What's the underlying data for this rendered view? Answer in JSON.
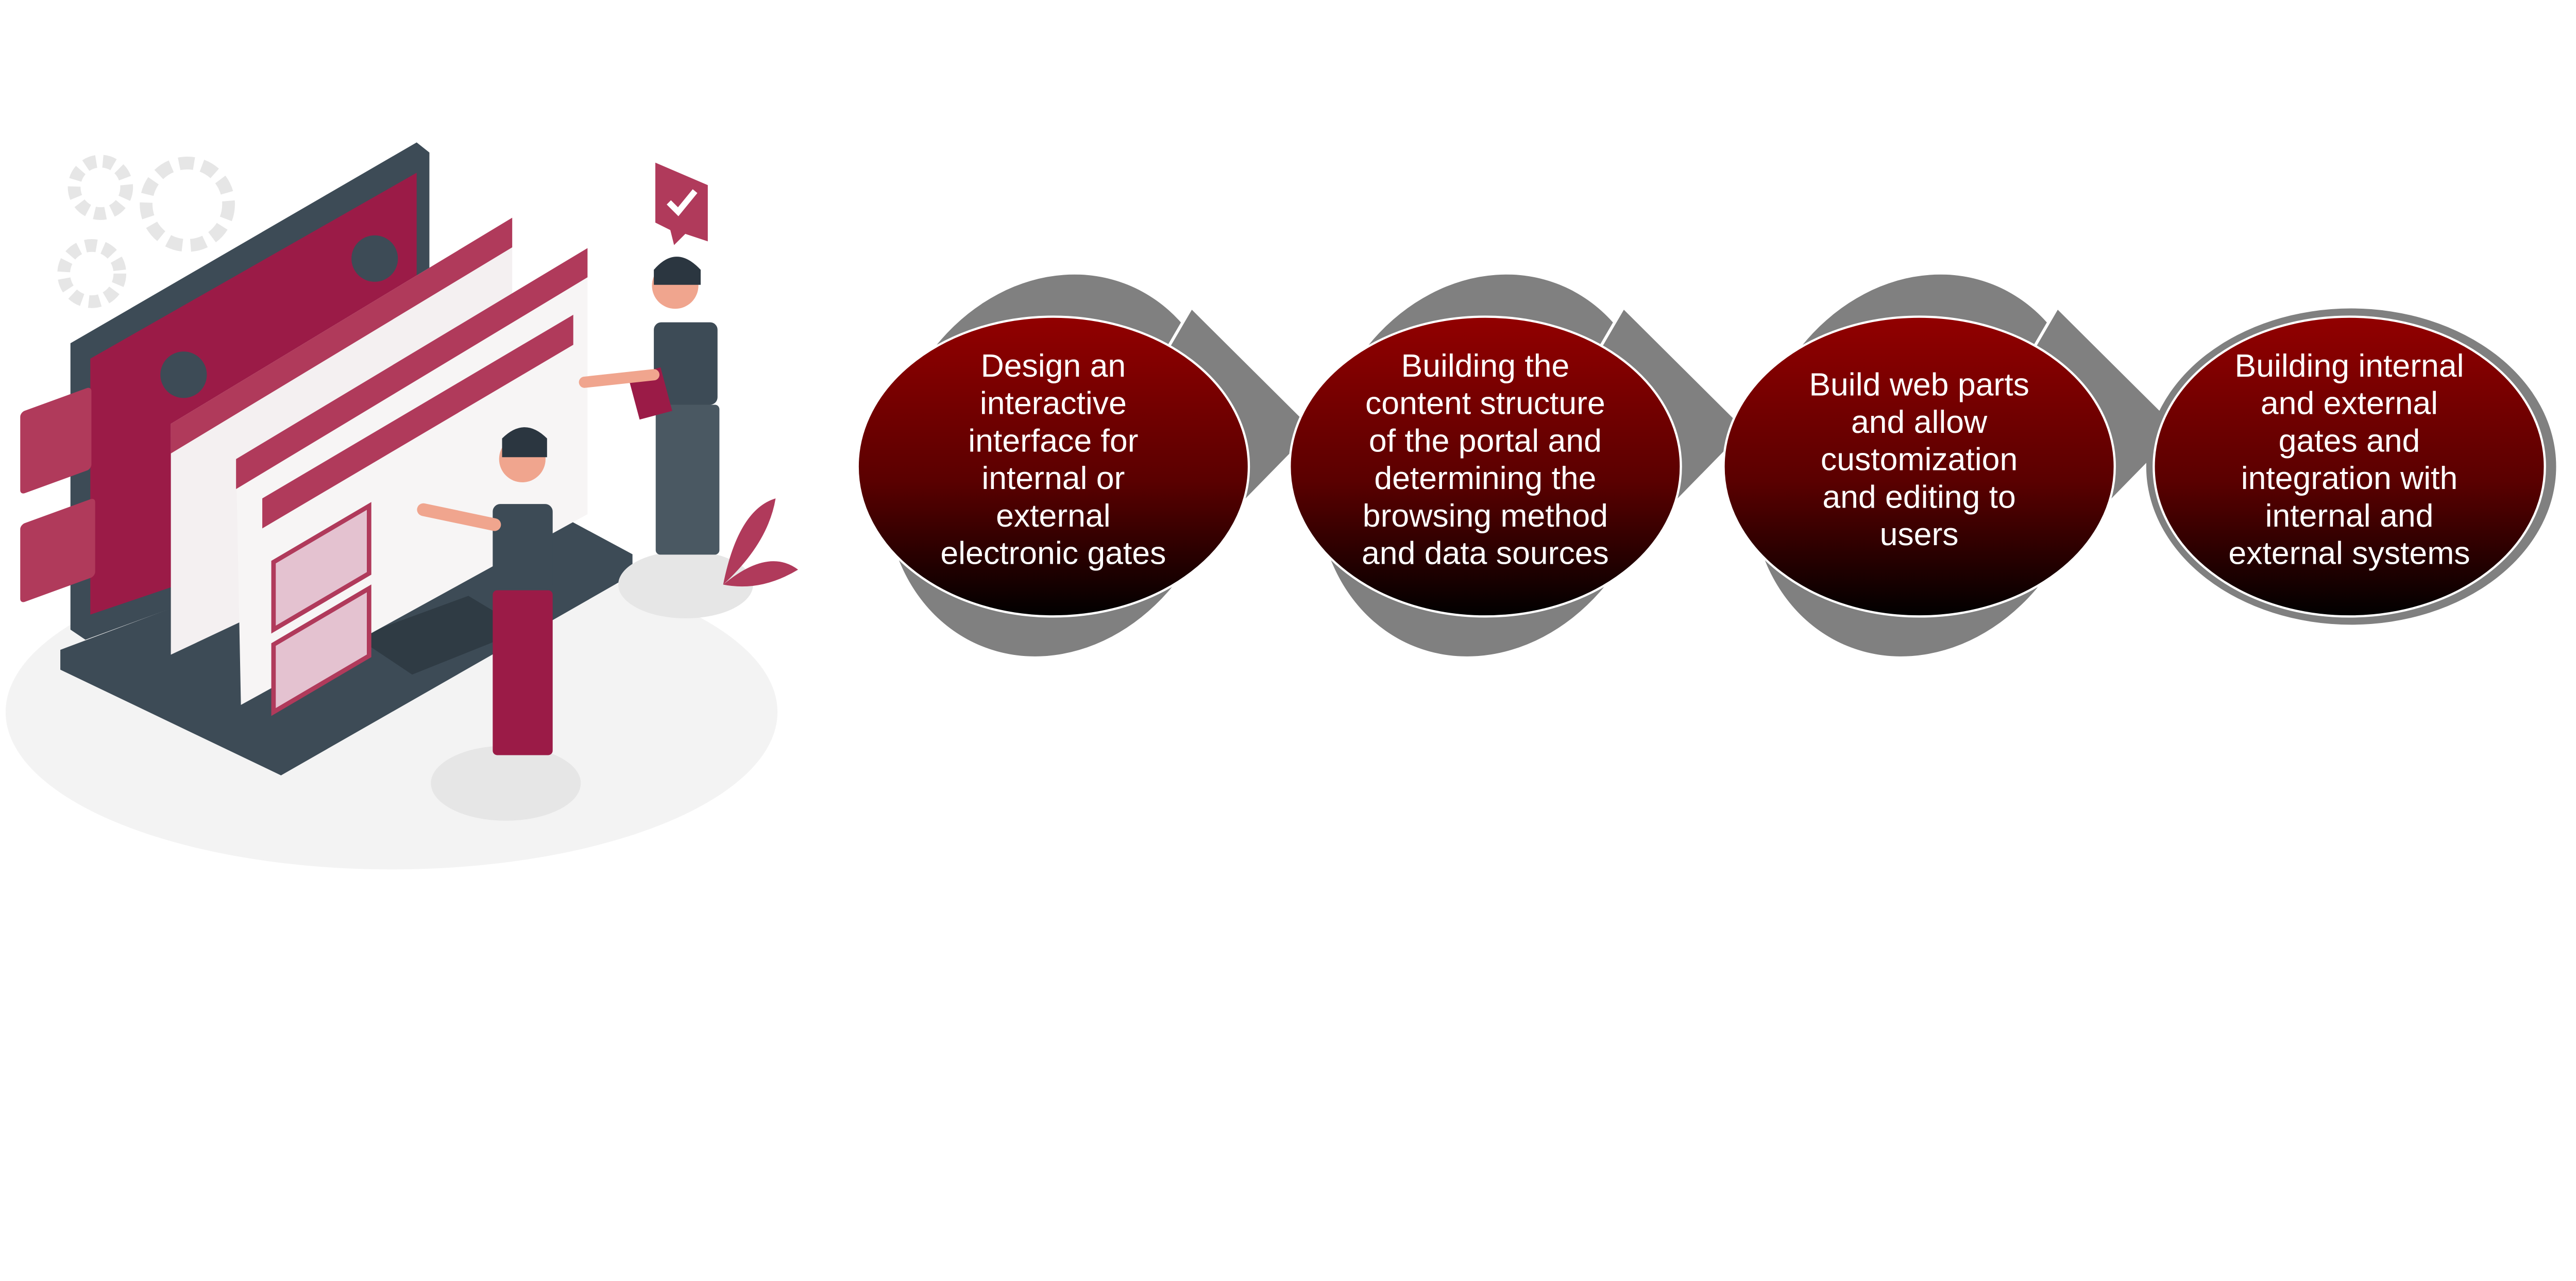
{
  "colors": {
    "gradient_top": "#920000",
    "gradient_bottom": "#000000",
    "shadow_gray": "#808080",
    "illustration_accent": "#a3244f",
    "illustration_dark": "#3d4b56"
  },
  "illustration": {
    "icon": "web-portal-design-illustration"
  },
  "steps": [
    {
      "lines": [
        "Design an",
        "interactive",
        "interface for",
        "internal or",
        "external",
        "electronic gates"
      ]
    },
    {
      "lines": [
        "Building the",
        "content structure",
        "of the portal and",
        "determining the",
        "browsing method",
        "and data sources"
      ]
    },
    {
      "lines": [
        "Build web parts",
        "and allow",
        "customization",
        "and editing to",
        "users"
      ]
    },
    {
      "lines": [
        "Building internal",
        "and external",
        "gates and",
        "integration with",
        "internal and",
        "external systems"
      ]
    }
  ]
}
